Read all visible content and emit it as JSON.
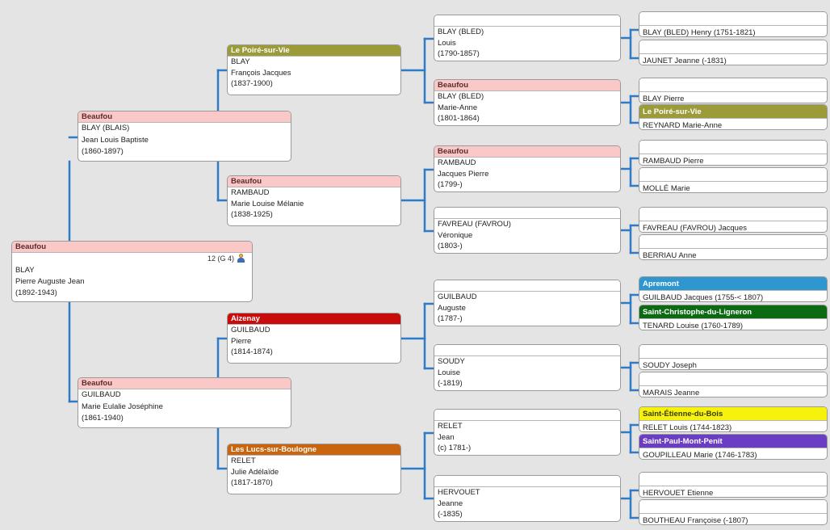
{
  "colors": {
    "beaufou": "#fbc8c8",
    "le_poire": "#9b9b3a",
    "aizenay": "#c80c0c",
    "les_lucs": "#c8650e",
    "apremont": "#2f97cf",
    "saint_christophe": "#0b6a12",
    "saint_etienne": "#f7f20d",
    "saint_paul": "#6b3dc3",
    "connector": "#2f7bc7"
  },
  "root": {
    "place": "Beaufou",
    "info": "12 (G 4)",
    "icon": "person-icon",
    "lines": [
      "BLAY",
      "Pierre Auguste Jean",
      "(1892-1943)"
    ]
  },
  "generation1": [
    {
      "place": "Beaufou",
      "lines": [
        "BLAY (BLAIS)",
        "Jean Louis Baptiste",
        "(1860-1897)"
      ]
    },
    {
      "place": "Beaufou",
      "lines": [
        "GUILBAUD",
        "Marie Eulalie Joséphine",
        "(1861-1940)"
      ]
    }
  ],
  "generation2": [
    {
      "place": "Le Poiré-sur-Vie",
      "lines": [
        "BLAY",
        "François Jacques",
        "(1837-1900)"
      ]
    },
    {
      "place": "Beaufou",
      "lines": [
        "RAMBAUD",
        "Marie Louise Mélanie",
        "(1838-1925)"
      ]
    },
    {
      "place": "Aizenay",
      "lines": [
        "GUILBAUD",
        "Pierre",
        "(1814-1874)"
      ]
    },
    {
      "place": "Les Lucs-sur-Boulogne",
      "lines": [
        "RELET",
        "Julie Adélaïde",
        "(1817-1870)"
      ]
    }
  ],
  "generation3": [
    {
      "place": "",
      "lines": [
        "BLAY (BLED)",
        "Louis",
        "(1790-1857)"
      ]
    },
    {
      "place": "Beaufou",
      "lines": [
        "BLAY (BLED)",
        "Marie-Anne",
        "(1801-1864)"
      ]
    },
    {
      "place": "Beaufou",
      "lines": [
        "RAMBAUD",
        "Jacques Pierre",
        "(1799-)"
      ]
    },
    {
      "place": "",
      "lines": [
        "FAVREAU (FAVROU)",
        "Véronique",
        "(1803-)"
      ]
    },
    {
      "place": "",
      "lines": [
        "GUILBAUD",
        "Auguste",
        "(1787-)"
      ]
    },
    {
      "place": "",
      "lines": [
        "SOUDY",
        "Louise",
        "(-1819)"
      ]
    },
    {
      "place": "",
      "lines": [
        "RELET",
        "Jean",
        "(c) 1781-)"
      ]
    },
    {
      "place": "",
      "lines": [
        "HERVOUET",
        "Jeanne",
        "(-1835)"
      ]
    }
  ],
  "generation4": [
    {
      "place": "",
      "name": "BLAY (BLED) Henry (1751-1821)"
    },
    {
      "place": "",
      "name": "JAUNET Jeanne (-1831)"
    },
    {
      "place": "",
      "name": "BLAY Pierre"
    },
    {
      "place": "Le Poiré-sur-Vie",
      "name": "REYNARD Marie-Anne"
    },
    {
      "place": "",
      "name": "RAMBAUD Pierre"
    },
    {
      "place": "",
      "name": "MOLLÉ Marie"
    },
    {
      "place": "",
      "name": "FAVREAU (FAVROU) Jacques"
    },
    {
      "place": "",
      "name": "BERRIAU Anne"
    },
    {
      "place": "Apremont",
      "name": "GUILBAUD Jacques (1755-< 1807)"
    },
    {
      "place": "Saint-Christophe-du-Ligneron",
      "name": "TENARD Louise (1760-1789)"
    },
    {
      "place": "",
      "name": "SOUDY Joseph"
    },
    {
      "place": "",
      "name": "MARAIS Jeanne"
    },
    {
      "place": "Saint-Étienne-du-Bois",
      "name": "RELET Louis (1744-1823)"
    },
    {
      "place": "Saint-Paul-Mont-Penit",
      "name": "GOUPILLEAU Marie (1746-1783)"
    },
    {
      "place": "",
      "name": "HERVOUET Etienne"
    },
    {
      "place": "",
      "name": "BOUTHEAU Françoise (-1807)"
    }
  ]
}
